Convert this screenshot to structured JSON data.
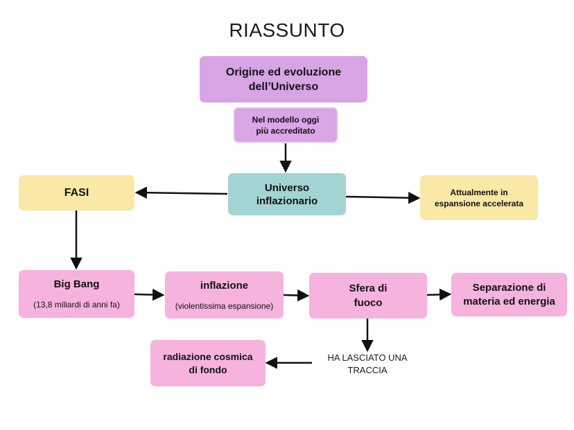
{
  "title": "RIASSUNTO",
  "nodes": {
    "origin": {
      "line1": "Origine ed evoluzione",
      "line2": "dell’Universo"
    },
    "model": {
      "line1": "Nel modello oggi",
      "line2": "più accreditato"
    },
    "inflationary": {
      "line1": "Universo",
      "line2": "inflazionario"
    },
    "phases": {
      "label": "FASI"
    },
    "currently": {
      "line1": "Attualmente in",
      "line2": "espansione accelerata"
    },
    "bigbang": {
      "label": "Big Bang",
      "note": "(13,8 miliardi di anni fa)"
    },
    "inflation": {
      "label": "inflazione",
      "note": "(violentissima espansione)"
    },
    "fireball": {
      "line1": "Sfera di",
      "line2": "fuoco"
    },
    "separation": {
      "line1": "Separazione di",
      "line2": "materia ed energia"
    },
    "trace": {
      "line1": "HA LASCIATO UNA",
      "line2": "TRACCIA"
    },
    "radiation": {
      "line1": "radiazione cosmica",
      "line2": "di fondo"
    }
  },
  "colors": {
    "lavender": "#d8a4e6",
    "teal": "#a3d4d4",
    "yellow": "#f9e8a6",
    "pink": "#f5b3dd",
    "arrow": "#111111"
  }
}
